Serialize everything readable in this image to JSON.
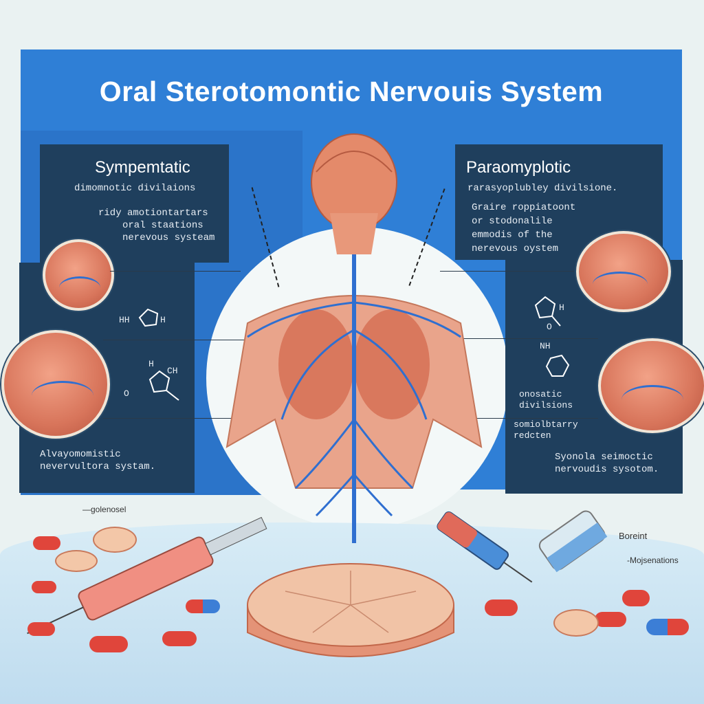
{
  "title": "Oral Sterotomontic Nervouis System",
  "left_panel": {
    "heading": "Sympemtatic",
    "lines": [
      "dimomnotic divilaions",
      "ridy amotiontartars",
      "oral staations",
      "nerevous systeam"
    ]
  },
  "right_panel": {
    "heading": "Paraomyplotic",
    "lines": [
      "rarasyoplubley divilsione.",
      "Graire roppiatoont",
      "or stodonalile",
      "emmodis of the",
      "nerevous oystem"
    ]
  },
  "left_lower": {
    "mol1": "HH",
    "mol1b": "H",
    "mol2a": "H",
    "mol2b": "CH",
    "mol2c": "O",
    "caption": "Alvayomomistic nevervultora systam."
  },
  "right_lower": {
    "mol1": "H",
    "mol1b": "O",
    "mol2": "NH",
    "sub1": "onosatic divilsions",
    "sub2": "somiolbtarry redcten",
    "caption": "Syonola seimoctic nervoudis sysotom."
  },
  "bottom_labels": {
    "left": "—golenosel",
    "right1": "Boreint",
    "right2": "-Mojsenations"
  },
  "colors": {
    "banner": "#2f7fd6",
    "panel": "#1f3f5d",
    "nerve": "#2f6fd0",
    "organ": "#d8755b"
  }
}
